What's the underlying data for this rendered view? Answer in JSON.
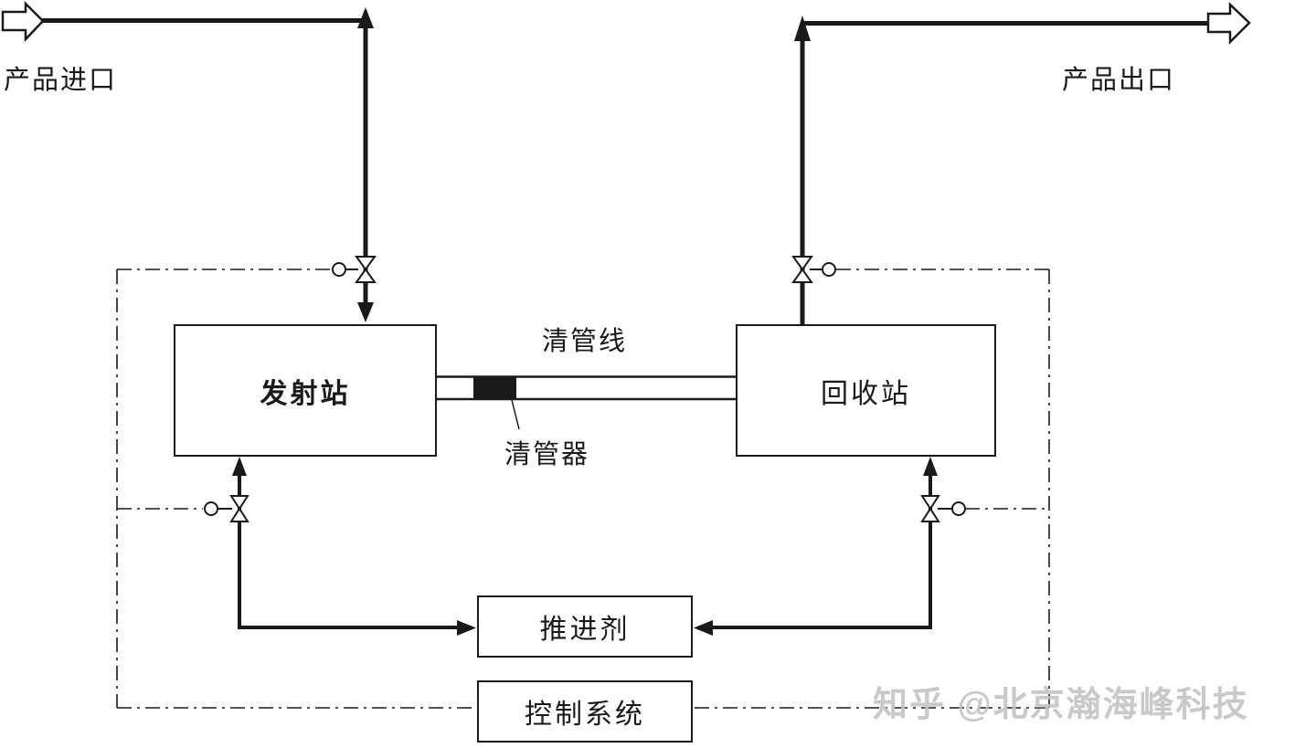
{
  "labels": {
    "product_inlet": "产品进口",
    "product_outlet": "产品出口",
    "pig_line": "清管线",
    "pig": "清管器",
    "launch_station": "发射站",
    "recovery_station": "回收站",
    "propellant": "推进剂",
    "control_system": "控制系统"
  },
  "watermark": "知乎 @北京瀚海峰科技",
  "colors": {
    "line": "#1a1a1a",
    "background": "#ffffff",
    "pig_fill": "#1a1a1a",
    "watermark": "#c4c4c4"
  }
}
